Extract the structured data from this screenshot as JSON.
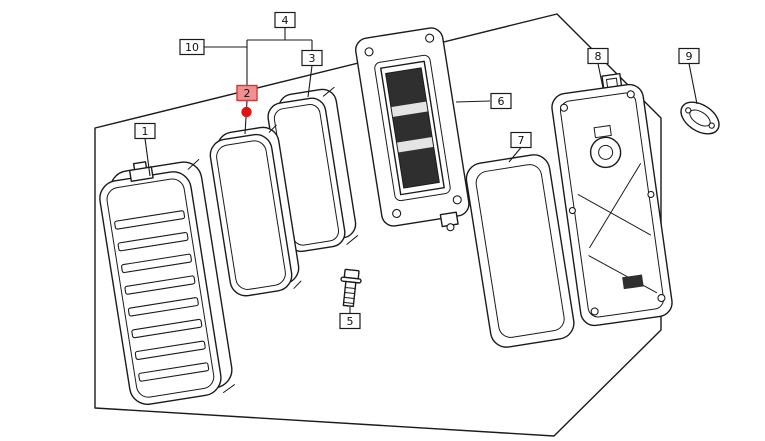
{
  "diagram": {
    "callouts": [
      {
        "label": "1",
        "highlighted": false
      },
      {
        "label": "2",
        "highlighted": true
      },
      {
        "label": "3",
        "highlighted": false
      },
      {
        "label": "4",
        "highlighted": false
      },
      {
        "label": "5",
        "highlighted": false
      },
      {
        "label": "6",
        "highlighted": false
      },
      {
        "label": "7",
        "highlighted": false
      },
      {
        "label": "8",
        "highlighted": false
      },
      {
        "label": "9",
        "highlighted": false
      },
      {
        "label": "10",
        "highlighted": false
      }
    ]
  },
  "colors": {
    "line": "#1b1b1b",
    "background": "#ffffff",
    "highlight_bg": "#f09090",
    "highlight_border": "#d23a3a",
    "highlight_dot": "#e11212",
    "port_dark": "#2f2f2f"
  }
}
